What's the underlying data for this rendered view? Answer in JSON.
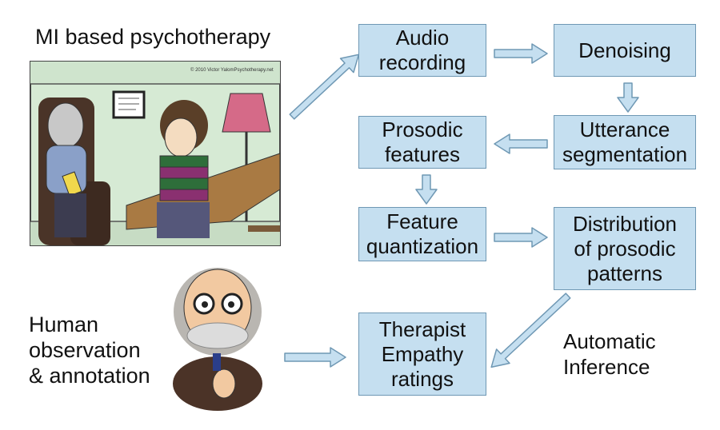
{
  "left_labels": {
    "mi_based_psychotherapy": "MI based psychotherapy",
    "human_observation": "Human\nobservation\n& annotation"
  },
  "cartoon": {
    "copyright": "© 2010 Victor YalomPsychotherapy.net"
  },
  "boxes": {
    "audio_recording": "Audio\nrecording",
    "denoising": "Denoising",
    "utterance_segmentation": "Utterance\nsegmentation",
    "prosodic_features": "Prosodic\nfeatures",
    "feature_quantization": "Feature\nquantization",
    "distribution_prosodic_patterns": "Distribution\nof prosodic\npatterns",
    "therapist_empathy_ratings": "Therapist\nEmpathy\nratings"
  },
  "annotations": {
    "automatic_inference": "Automatic\nInference"
  },
  "colors": {
    "box_fill": "#c5dff0",
    "box_border": "#6f98b4",
    "arrow_fill": "#c5dff0",
    "arrow_stroke": "#6f98b4",
    "wall": "#d6ead4"
  }
}
